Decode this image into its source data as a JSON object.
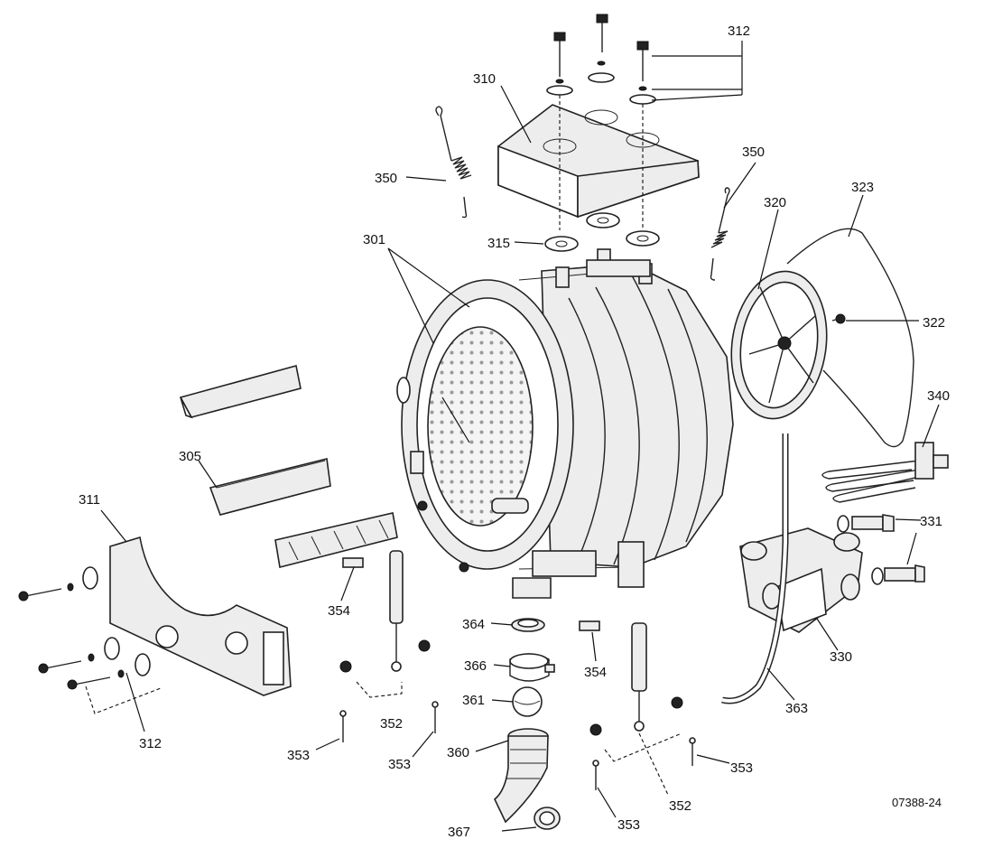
{
  "labels": {
    "l301": "301",
    "l305": "305",
    "l310": "310",
    "l311": "311",
    "l312_top": "312",
    "l312_left": "312",
    "l315": "315",
    "l320": "320",
    "l322": "322",
    "l323": "323",
    "l330": "330",
    "l331": "331",
    "l340": "340",
    "l350_left": "350",
    "l350_right": "350",
    "l352_left": "352",
    "l352_right": "352",
    "l353_a": "353",
    "l353_b": "353",
    "l353_c": "353",
    "l353_d": "353",
    "l354_left": "354",
    "l354_right": "354",
    "l360": "360",
    "l361": "361",
    "l363": "363",
    "l364": "364",
    "l366": "366",
    "l367": "367"
  },
  "diagram_code": "07388-24"
}
